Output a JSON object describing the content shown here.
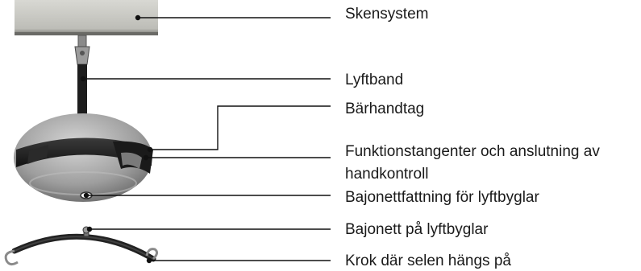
{
  "labels": {
    "rail_system": "Skensystem",
    "lift_strap": "Lyftband",
    "carry_handle": "Bärhandtag",
    "function_keys_line1": "Funktionstangenter och anslutning av",
    "function_keys_line2": "handkontroll",
    "bayonet_mount": "Bajonettfattning för lyftbyglar",
    "bayonet_on_bar": "Bajonett på lyftbyglar",
    "hook": "Krok där selen hängs på"
  },
  "colors": {
    "rail": "#c9c9c4",
    "motor_body": "#a9a9a9",
    "strap": "#202020",
    "line": "#111111"
  }
}
